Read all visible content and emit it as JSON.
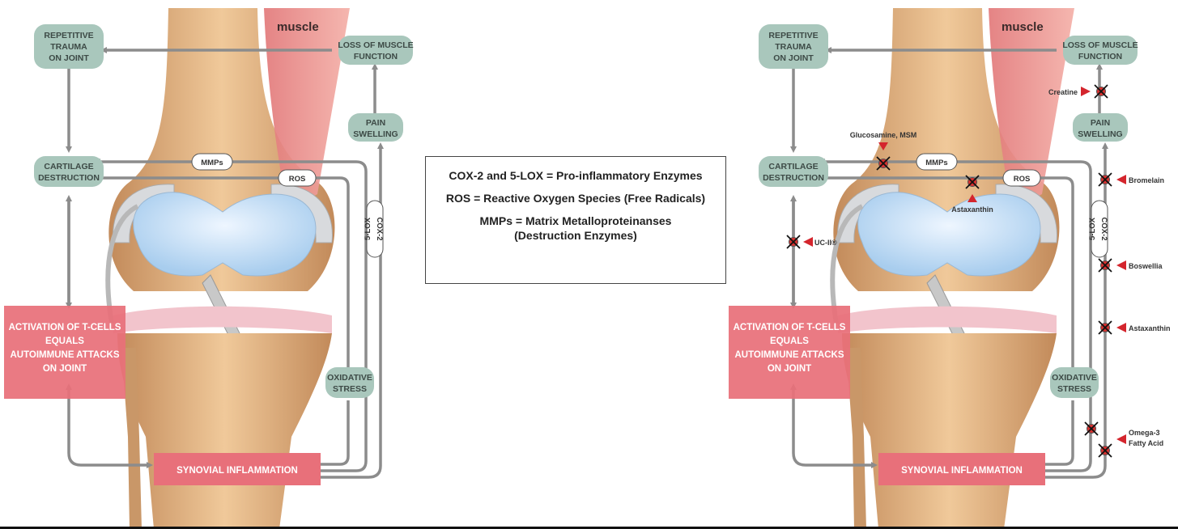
{
  "diagram": {
    "nodes": {
      "muscle": "muscle",
      "repetitive_trauma": [
        "REPETITIVE",
        "TRAUMA",
        "ON JOINT"
      ],
      "loss_of_muscle_function": [
        "LOSS OF MUSCLE",
        "FUNCTION"
      ],
      "pain_swelling": [
        "PAIN",
        "SWELLING"
      ],
      "cartilage_destruction": [
        "CARTILAGE",
        "DESTRUCTION"
      ],
      "mmps": "MMPs",
      "ros": "ROS",
      "cox_lox_top": "COX-2",
      "cox_lox_bottom": "5-LOX",
      "activation_tcells": [
        "ACTIVATION OF T-CELLS",
        "EQUALS",
        "AUTOIMMUNE ATTACKS",
        "ON JOINT"
      ],
      "oxidative_stress": [
        "OXIDATIVE",
        "STRESS"
      ],
      "synovial_inflammation": "SYNOVIAL INFLAMMATION"
    },
    "legend": [
      "COX-2 and 5-LOX = Pro-inflammatory Enzymes",
      "ROS = Reactive Oxygen Species (Free Radicals)",
      "MMPs = Matrix Metalloproteinanses",
      "(Destruction Enzymes)"
    ],
    "supplements": {
      "creatine": "Creatine",
      "glucosamine": "Glucosamine, MSM",
      "astaxanthin_ros": "Astaxanthin",
      "bromelain": "Bromelain",
      "uc2": "UC-II®",
      "boswellia": "Boswellia",
      "astaxanthin_cox": "Astaxanthin",
      "omega3": [
        "Omega-3",
        "Fatty Acid"
      ]
    },
    "colors": {
      "node_fill": "#a9c7bc",
      "alert_fill": "#e8707a",
      "arrow": "#8c8c8c",
      "muscle": "#e88a86",
      "bone": "#d8a878",
      "cartilage": "#bcd9f2",
      "block_red": "#d9312f",
      "marker_red": "#d4252d"
    }
  }
}
